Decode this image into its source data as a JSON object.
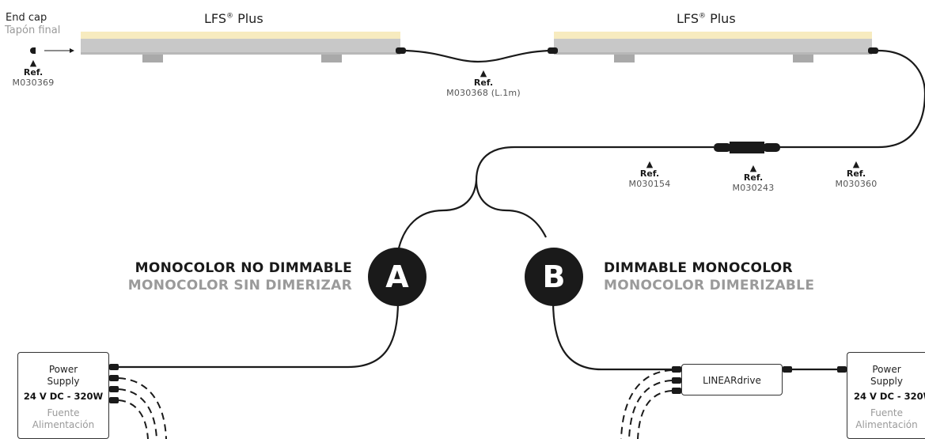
{
  "products": {
    "left_title": "LFS",
    "right_title": "LFS",
    "trademark": "®",
    "title_suffix": " Plus"
  },
  "end_cap": {
    "label_en": "End cap",
    "label_es": "Tapón final"
  },
  "refs": {
    "label": "Ref.",
    "end_cap_code": "M030369",
    "link_cable_code": "M030368 (L.1m)",
    "feed_cable_left_code": "M030154",
    "connector_code": "M030243",
    "feed_cable_right_code": "M030360",
    "marker": "▲"
  },
  "modes": {
    "a": {
      "letter": "A",
      "label_en": "MONOCOLOR NO DIMMABLE",
      "label_es": "MONOCOLOR SIN DIMERIZAR"
    },
    "b": {
      "letter": "B",
      "label_en": "DIMMABLE MONOCOLOR",
      "label_es": "MONOCOLOR DIMERIZABLE"
    }
  },
  "power_supply": {
    "title_line1": "Power",
    "title_line2": "Supply",
    "spec": "24 V DC - 320W",
    "es_line1": "Fuente",
    "es_line2": "Alimentación"
  },
  "driver": {
    "label": "LINEARdrive"
  },
  "colors": {
    "led_strip": "#f7ebbf",
    "profile": "#c8c8c8",
    "profile_shadow": "#b3b3b3",
    "clip": "#a9a9a9",
    "cable": "#1a1a1a",
    "badge": "#1a1a1a",
    "secondary_text": "#9a9a9a"
  }
}
